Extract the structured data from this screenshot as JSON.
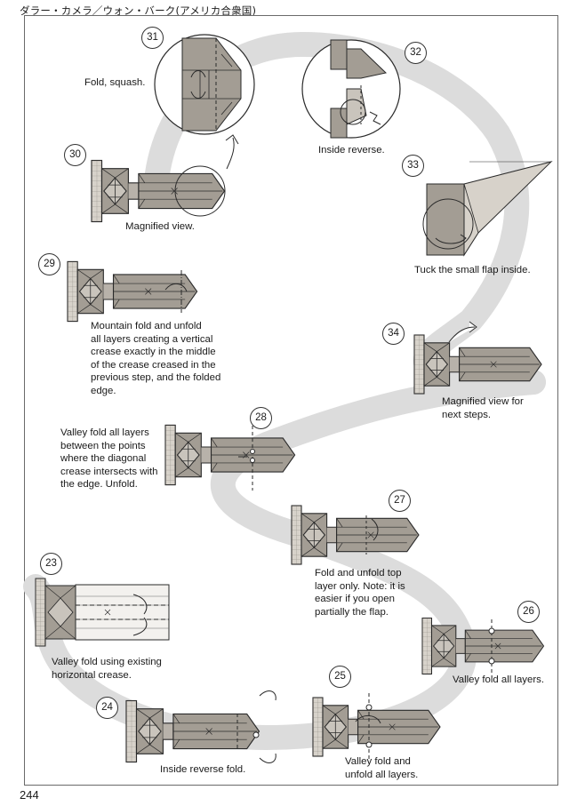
{
  "header": {
    "title": "ダラー・カメラ／ウォン・バーク(アメリカ合衆国)"
  },
  "footer": {
    "page_number": "244"
  },
  "steps": [
    {
      "number": "23",
      "caption": "Valley fold using existing\nhorizontal crease."
    },
    {
      "number": "24",
      "caption": "Inside reverse fold."
    },
    {
      "number": "25",
      "caption": "Valley fold and\nunfold all layers."
    },
    {
      "number": "26",
      "caption": "Valley fold all layers."
    },
    {
      "number": "27",
      "caption": "Fold and unfold top\nlayer only.  Note: it is\neasier if you open\npartially the flap."
    },
    {
      "number": "28",
      "caption": "Valley fold all layers\nbetween the points\nwhere the diagonal\ncrease intersects with\nthe edge. Unfold."
    },
    {
      "number": "29",
      "caption": "Mountain fold and unfold\nall layers creating a vertical\ncrease exactly in the middle\nof the crease creased in the\nprevious step, and the folded\nedge."
    },
    {
      "number": "30",
      "caption": "Magnified view."
    },
    {
      "number": "31",
      "caption": "Fold, squash."
    },
    {
      "number": "32",
      "caption": "Inside reverse."
    },
    {
      "number": "33",
      "caption": "Tuck the small flap inside."
    },
    {
      "number": "34",
      "caption": "Magnified view for\nnext steps."
    }
  ],
  "colors": {
    "paper_dark": "#9a948c",
    "paper_light": "#c9c4bc",
    "path_band": "#dcdcdc",
    "line": "#2a2a2a"
  }
}
